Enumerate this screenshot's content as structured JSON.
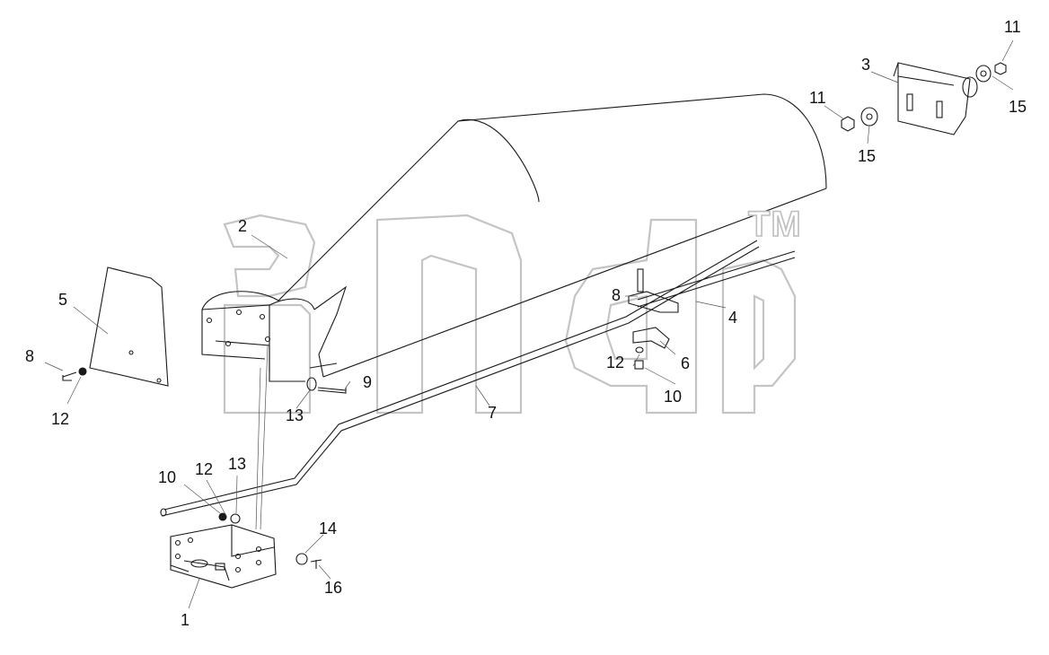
{
  "diagram": {
    "labels": {
      "l1": "1",
      "l2": "2",
      "l3": "3",
      "l4": "4",
      "l5": "5",
      "l6": "6",
      "l7": "7",
      "l8a": "8",
      "l8b": "8",
      "l9": "9",
      "l10a": "10",
      "l10b": "10",
      "l11a": "11",
      "l11b": "11",
      "l12a": "12",
      "l12b": "12",
      "l12c": "12",
      "l13a": "13",
      "l13b": "13",
      "l14": "14",
      "l15a": "15",
      "l15b": "15",
      "l16": "16"
    },
    "watermark": {
      "tm": "TM"
    },
    "colors": {
      "line": "#1a1a1a",
      "watermark": "#c4c4c4",
      "background": "#ffffff"
    }
  }
}
